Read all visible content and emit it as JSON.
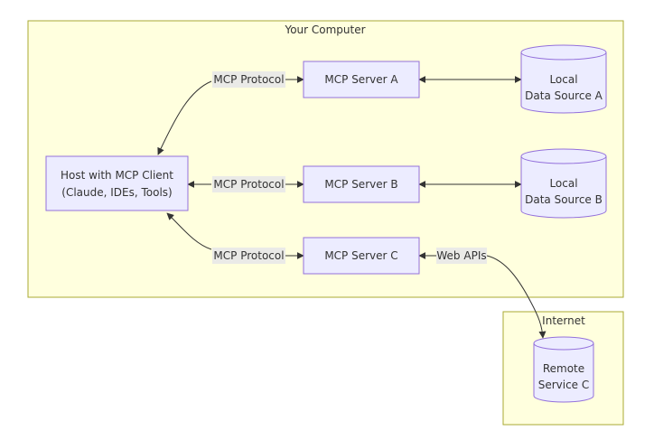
{
  "clusters": {
    "your_computer": "Your Computer",
    "internet": "Internet"
  },
  "nodes": {
    "host": [
      "Host with MCP Client",
      "(Claude, IDEs, Tools)"
    ],
    "server_a": "MCP Server A",
    "server_b": "MCP Server B",
    "server_c": "MCP Server C",
    "data_a": [
      "Local",
      "Data Source A"
    ],
    "data_b": [
      "Local",
      "Data Source B"
    ],
    "remote_c": [
      "Remote",
      "Service C"
    ]
  },
  "edge_labels": {
    "protocol_a": "MCP Protocol",
    "protocol_b": "MCP Protocol",
    "protocol_c": "MCP Protocol",
    "web_apis": "Web APIs"
  },
  "colors": {
    "cluster_fill": "#ffffde",
    "cluster_stroke": "#aaaa33",
    "node_fill": "#ececff",
    "node_stroke": "#9370db",
    "edge": "#333333",
    "text": "#333333"
  }
}
